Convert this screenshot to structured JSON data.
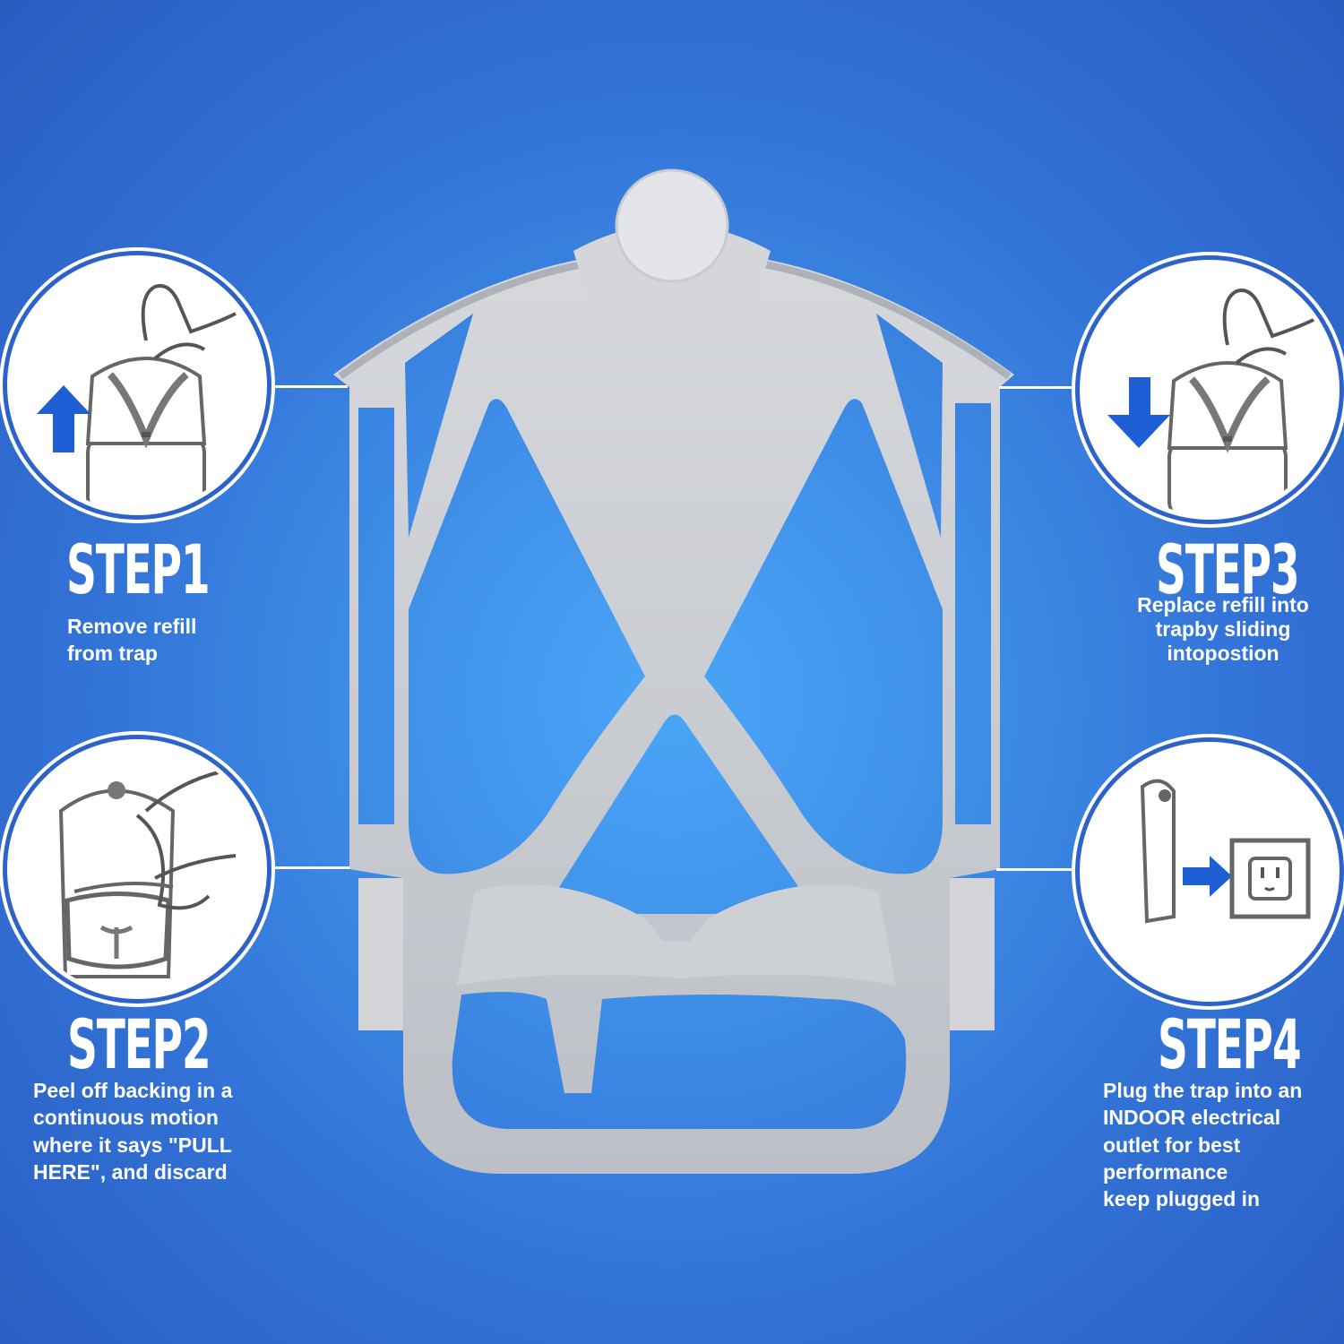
{
  "colors": {
    "background_center": "#4aa6f7",
    "background_edge": "#2a5cc2",
    "device": "#c4c7cc",
    "arrow_blue": "#1f5fd6",
    "text": "#ffffff"
  },
  "steps": [
    {
      "title": "STEP1",
      "lines": [
        "Remove refill",
        "from trap"
      ],
      "icon": "refill-up-arrow-icon"
    },
    {
      "title": "STEP2",
      "lines": [
        "Peel off backing in a",
        "continuous motion",
        "where it says \"PULL",
        "HERE\", and discard"
      ],
      "icon": "peel-backing-icon"
    },
    {
      "title": "STEP3",
      "lines": [
        "Replace refill into",
        "trapby sliding",
        "intopostion"
      ],
      "icon": "refill-down-arrow-icon"
    },
    {
      "title": "STEP4",
      "lines": [
        "Plug the trap into an",
        "INDOOR electrical",
        "outlet for best",
        "performance",
        "keep plugged in"
      ],
      "icon": "plug-outlet-icon"
    }
  ],
  "device": {
    "icon": "trap-frame-icon"
  }
}
